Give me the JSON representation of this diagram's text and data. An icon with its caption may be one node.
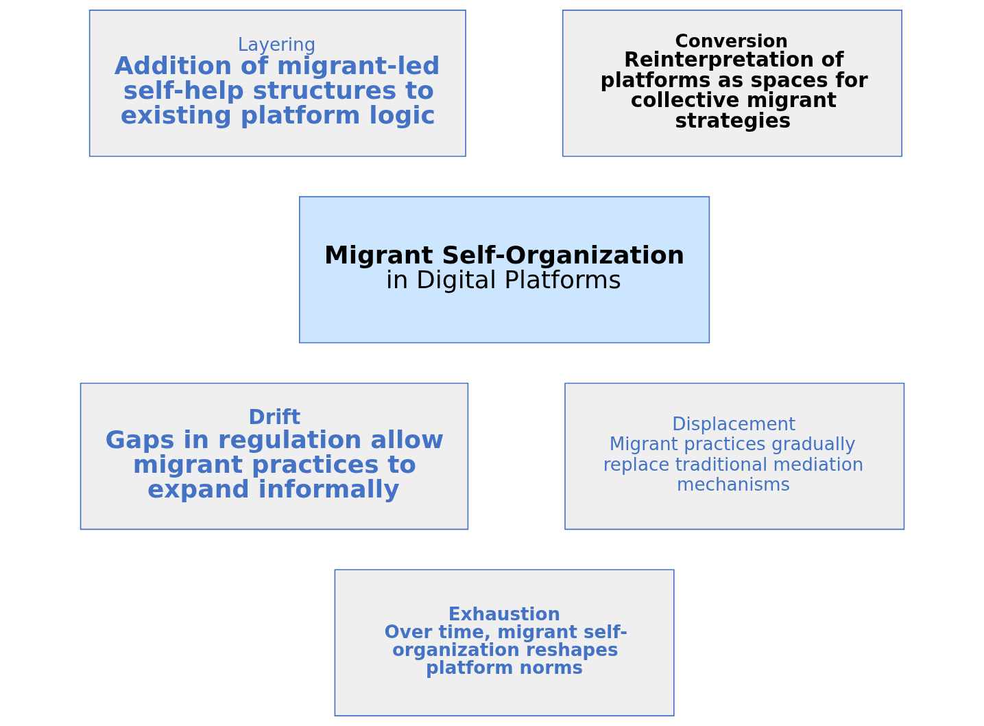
{
  "diagram": {
    "nodes": [
      {
        "text": [
          "Layering",
          "Addition of migrant-led self-help structures to existing platform logic"
        ]
      },
      {
        "text": [
          "Conversion",
          "Reinterpretation of platforms as spaces for collective migrant strategies"
        ]
      },
      {
        "text": [
          "Migrant Self-Organization",
          "in Digital Platforms"
        ]
      },
      {
        "text": [
          "Drift",
          "Gaps in regulation allow migrant practices to expand informally"
        ]
      },
      {
        "text": [
          "Displacement",
          "Migrant practices gradually replace traditional mediation mechanisms"
        ]
      },
      {
        "text": [
          "Exhaustion",
          "Over time, migrant self-organization reshapes platform norms"
        ]
      }
    ],
    "edges": []
  }
}
